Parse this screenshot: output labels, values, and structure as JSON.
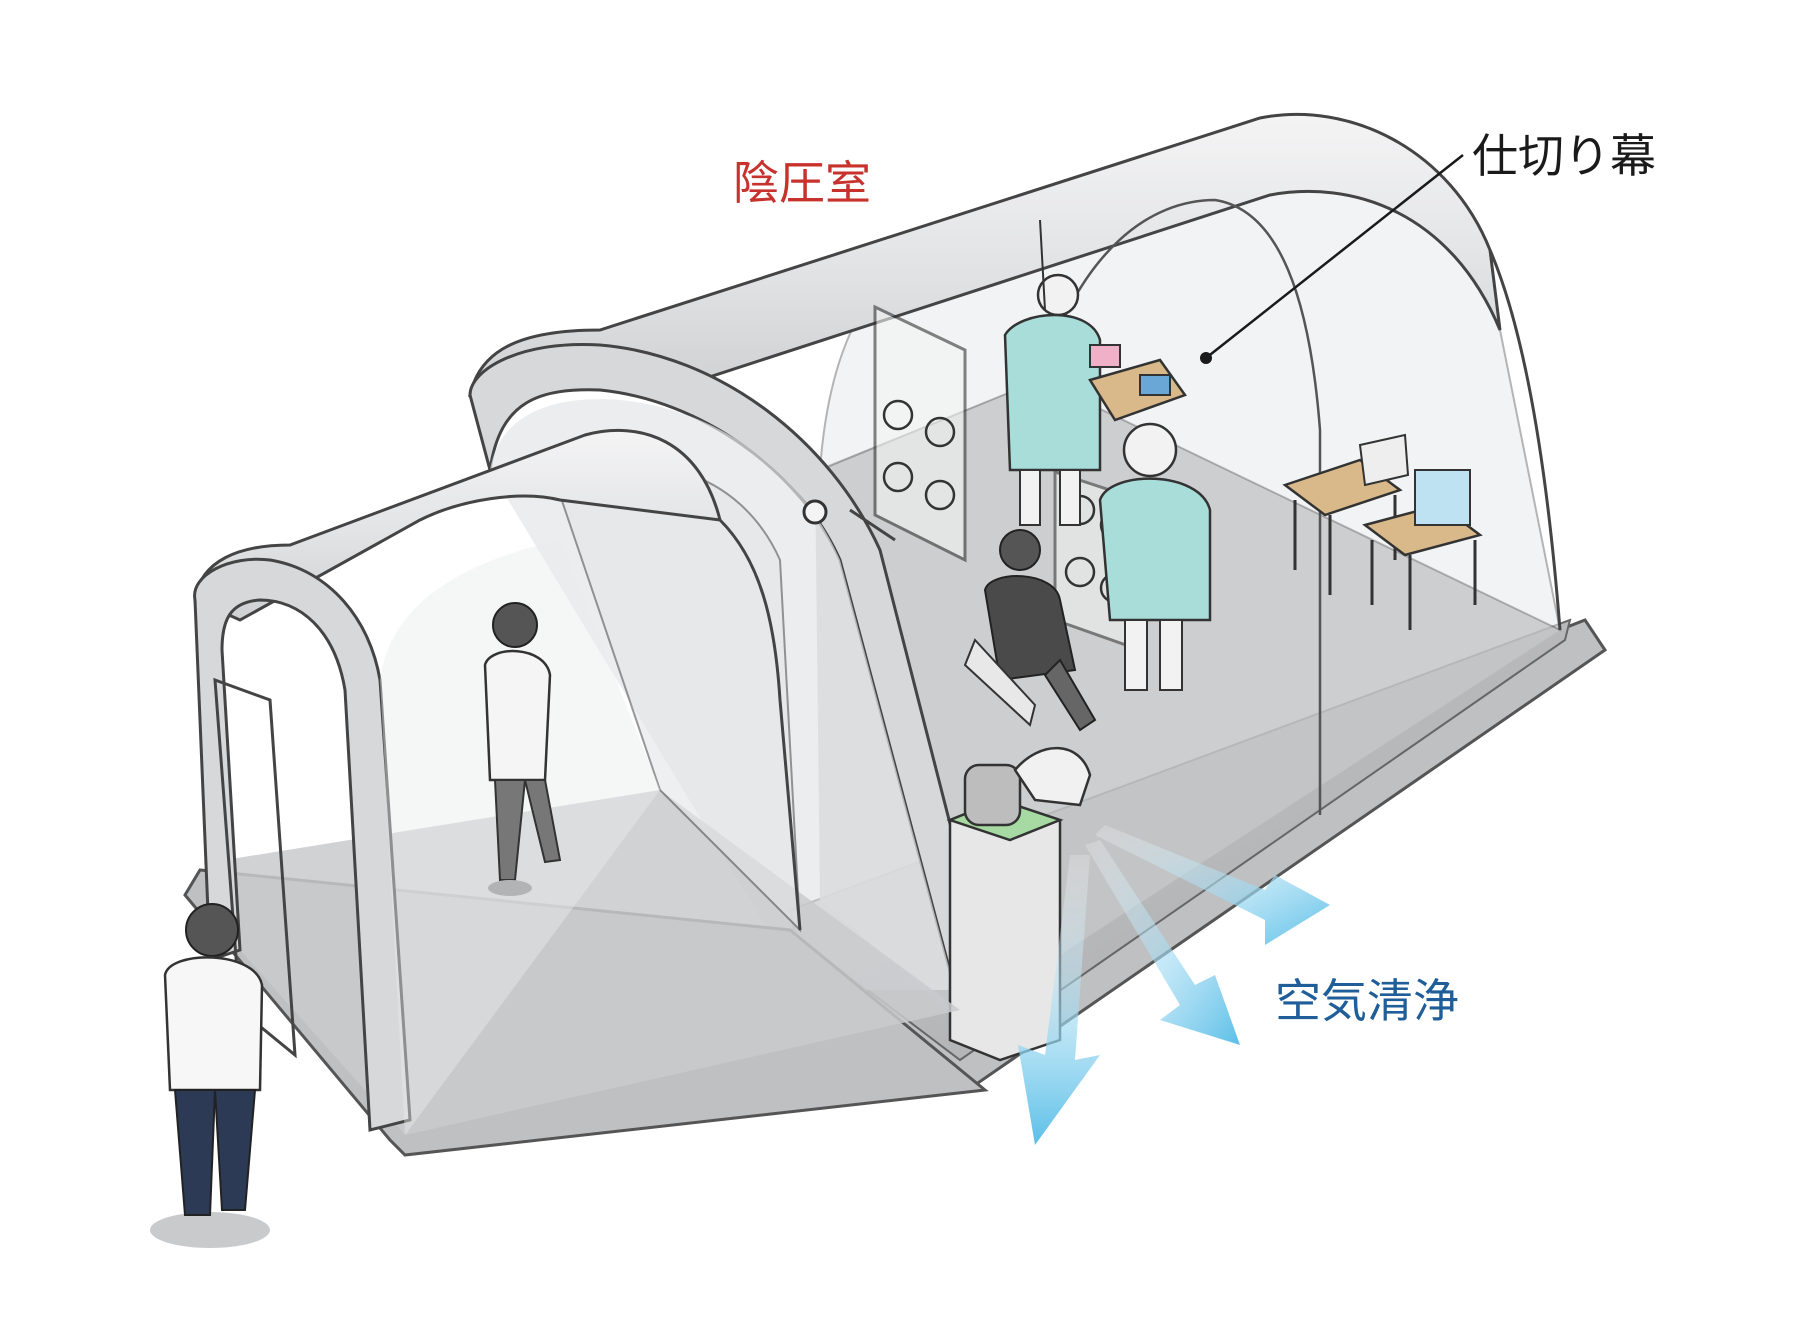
{
  "labels": {
    "negative_pressure_room": "陰圧室",
    "partition_curtain": "仕切り幕",
    "air_cleaning": "空気清浄"
  },
  "colors": {
    "negative_pressure_room": "#c8322d",
    "partition_curtain": "#1a1a1a",
    "air_cleaning": "#1f5e99",
    "airflow_arrows": "#5bbfe8",
    "gown": "#a9ddd9",
    "tent_shell": "#d9dadc",
    "tent_floor": "#b9babc",
    "purifier_top": "#a7d9a3"
  },
  "icons": {
    "tent": "inflatable-tent-icon",
    "air_purifier": "air-purifier-icon",
    "person": "person-icon"
  }
}
